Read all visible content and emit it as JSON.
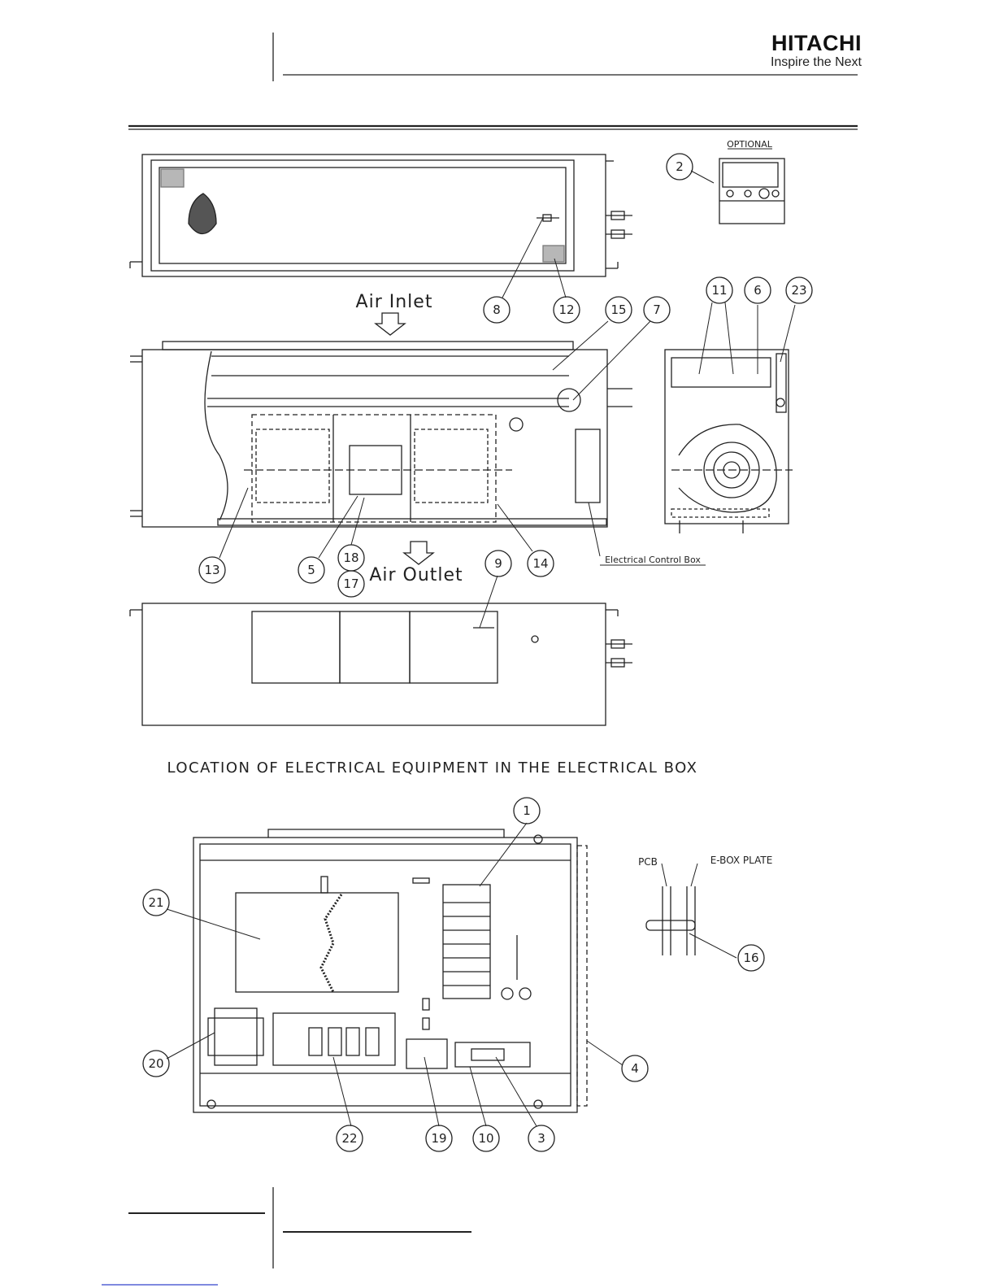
{
  "header": {
    "brand": "HITACHI",
    "tagline": "Inspire the Next"
  },
  "unit_views": {
    "optional_label": "OPTIONAL",
    "air_inlet": "Air Inlet",
    "air_outlet": "Air Outlet",
    "electrical_control_box": "Electrical Control Box"
  },
  "ebox_section": {
    "title": "LOCATION OF ELECTRICAL EQUIPMENT IN THE ELECTRICAL BOX",
    "pcb_label": "PCB",
    "plate_label": "E-BOX PLATE"
  },
  "callouts": {
    "c1": "1",
    "c2": "2",
    "c3": "3",
    "c4": "4",
    "c5": "5",
    "c6": "6",
    "c7": "7",
    "c8": "8",
    "c9": "9",
    "c10": "10",
    "c11": "11",
    "c12": "12",
    "c13": "13",
    "c14": "14",
    "c15": "15",
    "c16": "16",
    "c17": "17",
    "c18": "18",
    "c19": "19",
    "c20": "20",
    "c21": "21",
    "c22": "22",
    "c23": "23"
  },
  "colors": {
    "line": "#222222",
    "link": "#3344cc"
  }
}
